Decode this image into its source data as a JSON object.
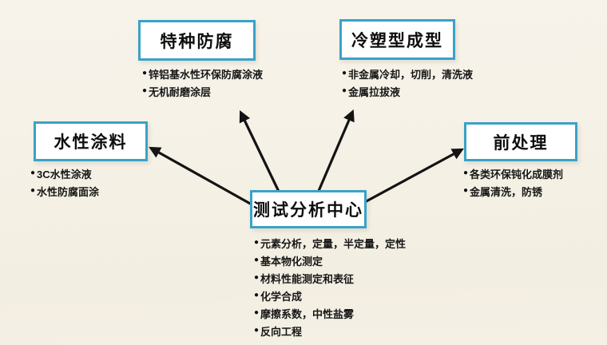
{
  "glyphs": {
    "bullet": "●"
  },
  "colors": {
    "box_border": "#3aa2c8",
    "box_fill": "#ffffff",
    "arrow": "#141414",
    "background": "#f5f1e6",
    "text": "#161616"
  },
  "center": {
    "title": "测试分析中心",
    "items": [
      "元素分析，定量，半定量，定性",
      "基本物化测定",
      "材料性能测定和表征",
      "化学合成",
      "摩擦系数，中性盐雾",
      "反向工程"
    ]
  },
  "nodes": {
    "special": {
      "title": "特种防腐",
      "items": [
        "锌铝基水性环保防腐涂液",
        "无机耐磨涂层"
      ]
    },
    "cold": {
      "title": "冷塑型成型",
      "items": [
        "非金属冷却，切削，清洗液",
        "金属拉拔液"
      ]
    },
    "water": {
      "title": "水性涂料",
      "items": [
        "3C水性涂液",
        "水性防腐面涂"
      ]
    },
    "pre": {
      "title": "前处理",
      "items": [
        "各类环保钝化成膜剂",
        "金属清洗，防锈"
      ]
    }
  }
}
